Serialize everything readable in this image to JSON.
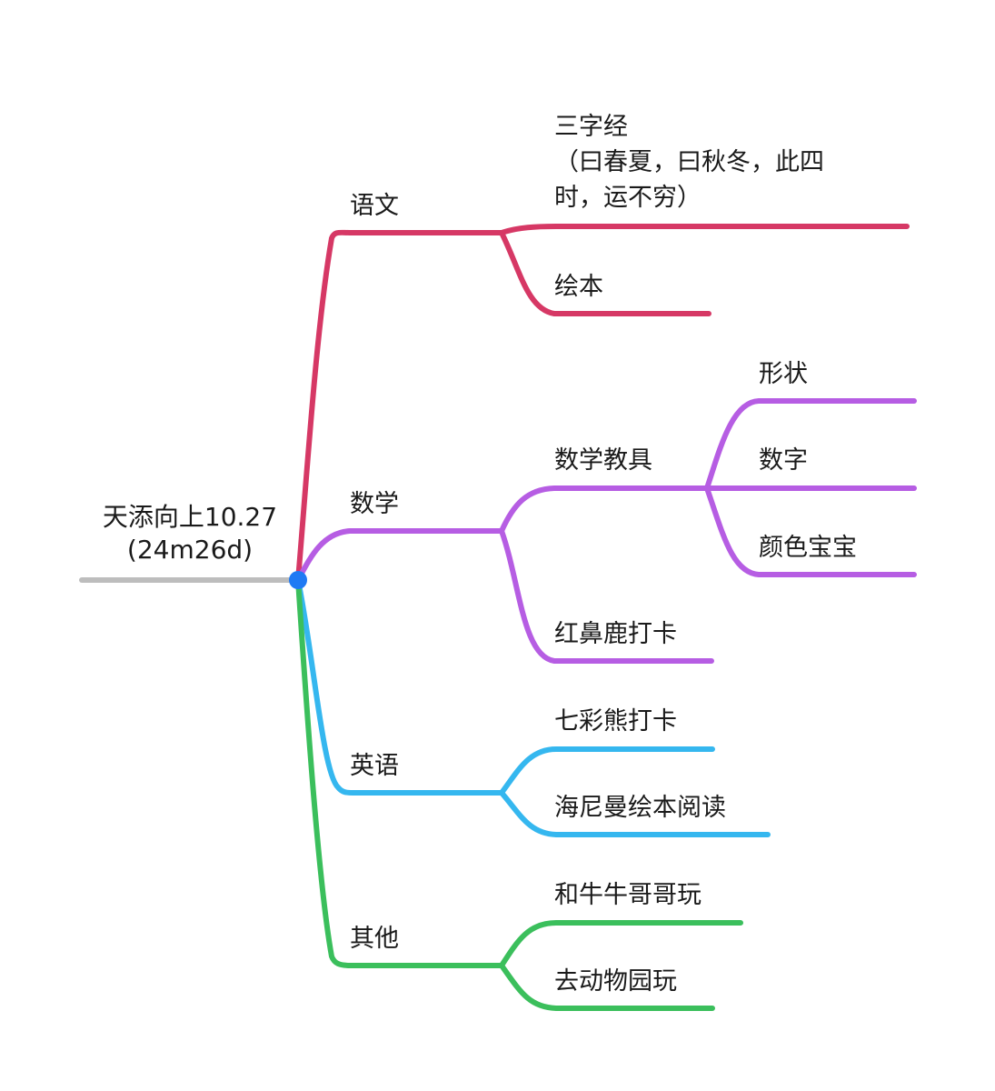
{
  "colors": {
    "root": "#bdbdbd",
    "chinese": "#d63865",
    "math": "#b65de3",
    "english": "#35b7ef",
    "other": "#3bbf5c",
    "node": "#1f7af4"
  },
  "root": {
    "title": "天添向上10.27",
    "subtitle": "(24m26d)"
  },
  "branches": {
    "chinese": {
      "label": "语文",
      "items": [
        {
          "line1": "三字经",
          "line2": "（曰春夏，曰秋冬，此四",
          "line3": "时，运不穷）"
        },
        {
          "label": "绘本"
        }
      ]
    },
    "math": {
      "label": "数学",
      "items": [
        {
          "label": "数学教具",
          "children": [
            "形状",
            "数字",
            "颜色宝宝"
          ]
        },
        {
          "label": "红鼻鹿打卡"
        }
      ]
    },
    "english": {
      "label": "英语",
      "items": [
        {
          "label": "七彩熊打卡"
        },
        {
          "label": "海尼曼绘本阅读"
        }
      ]
    },
    "other": {
      "label": "其他",
      "items": [
        {
          "label": "和牛牛哥哥玩"
        },
        {
          "label": "去动物园玩"
        }
      ]
    }
  }
}
